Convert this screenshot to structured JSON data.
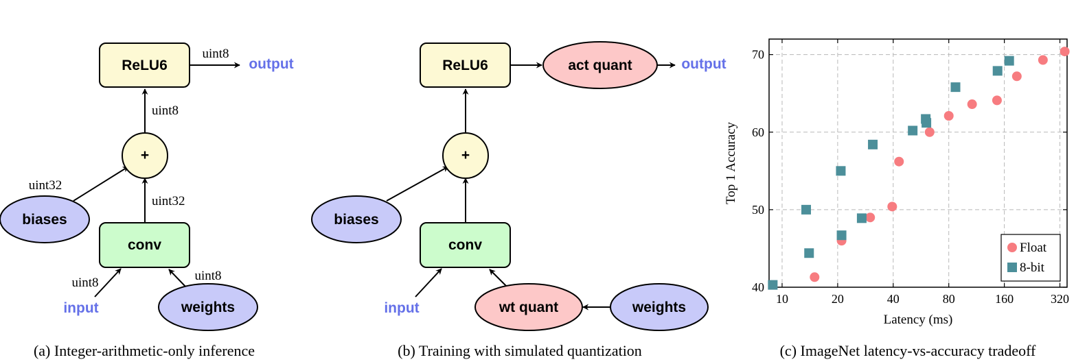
{
  "colors": {
    "relu": "#fdf9d4",
    "add": "#fdf9d4",
    "conv": "#ccfccc",
    "io_blue": "#c8caf9",
    "quant_red": "#fdc8c8",
    "io_text": "#6470e8",
    "float": "#f77c80",
    "int8": "#4c8f9a"
  },
  "panel_a": {
    "relu": "ReLU6",
    "add": "+",
    "conv": "conv",
    "biases": "biases",
    "weights": "weights",
    "input": "input",
    "output": "output",
    "label_out": "uint8",
    "label_add_relu": "uint8",
    "label_bias": "uint32",
    "label_conv_add": "uint32",
    "label_input": "uint8",
    "label_weights": "uint8",
    "caption": "(a) Integer-arithmetic-only inference"
  },
  "panel_b": {
    "relu": "ReLU6",
    "act_quant": "act quant",
    "add": "+",
    "conv": "conv",
    "biases": "biases",
    "wt_quant": "wt quant",
    "weights": "weights",
    "input": "input",
    "output": "output",
    "caption": "(b) Training with simulated quantization"
  },
  "chart_data": {
    "type": "scatter",
    "xlabel": "Latency (ms)",
    "ylabel": "Top 1 Accuracy",
    "x_scale": "log2",
    "xlim": [
      8.5,
      350
    ],
    "ylim": [
      40,
      72
    ],
    "x_ticks": [
      10,
      20,
      40,
      80,
      160,
      320
    ],
    "y_ticks": [
      40,
      50,
      60,
      70
    ],
    "grid": true,
    "legend_position": "bottom-right",
    "caption": "(c) ImageNet latency-vs-accuracy tradeoff",
    "series": [
      {
        "name": "Float",
        "marker": "circle",
        "points": [
          [
            15.0,
            41.3
          ],
          [
            21.0,
            46.0
          ],
          [
            30.0,
            49.0
          ],
          [
            39.5,
            50.4
          ],
          [
            43.0,
            56.2
          ],
          [
            63.0,
            60.0
          ],
          [
            80.0,
            62.1
          ],
          [
            107.0,
            63.6
          ],
          [
            146.0,
            64.1
          ],
          [
            187.0,
            67.2
          ],
          [
            259.0,
            69.3
          ],
          [
            340.0,
            70.4
          ]
        ]
      },
      {
        "name": "8-bit",
        "marker": "square",
        "points": [
          [
            8.9,
            40.3
          ],
          [
            13.5,
            50.0
          ],
          [
            14.0,
            44.4
          ],
          [
            20.8,
            55.0
          ],
          [
            21.0,
            46.7
          ],
          [
            27.0,
            48.9
          ],
          [
            31.0,
            58.4
          ],
          [
            51.0,
            60.2
          ],
          [
            60.0,
            61.7
          ],
          [
            60.5,
            61.2
          ],
          [
            87.0,
            65.8
          ],
          [
            147.0,
            67.9
          ],
          [
            170.0,
            69.2
          ]
        ]
      }
    ]
  }
}
